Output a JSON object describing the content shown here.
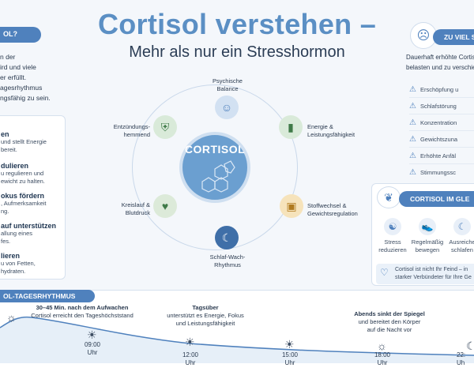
{
  "header": {
    "title": "Cortisol verstehen –",
    "subtitle": "Mehr als nur ein Stresshormon"
  },
  "left": {
    "pill": "OL?",
    "intro_lines": [
      "n der",
      "ird und viele",
      "er erfüllt.",
      "agesrhythmus",
      "ngsfähig zu sein."
    ],
    "functions": [
      {
        "head": "en",
        "lines": [
          "und stellt Energie",
          "bereit."
        ]
      },
      {
        "head": "dulieren",
        "lines": [
          "u regulieren und",
          "ewicht zu halten."
        ]
      },
      {
        "head": "okus fördern",
        "lines": [
          ", Aufmerksamkeit",
          "ng."
        ]
      },
      {
        "head": "auf unterstützen",
        "lines": [
          "allung eines",
          "fes."
        ]
      },
      {
        "head": "lieren",
        "lines": [
          "u von Fetten,",
          "hydraten."
        ]
      }
    ]
  },
  "diagram": {
    "center": "CORTISOL",
    "nodes": {
      "top": [
        "Psychische",
        "Balance"
      ],
      "top_right": [
        "Energie &",
        "Leistungsfähigkeit"
      ],
      "right": [
        "Stoffwechsel &",
        "Gewichtsregulation"
      ],
      "bottom": [
        "Schlaf-Wach-",
        "Rhythmus"
      ],
      "left": [
        "Kreislauf &",
        "Blutdruck"
      ],
      "top_left": [
        "Entzündungs-",
        "hemmend"
      ]
    },
    "colors": {
      "top": "#7fa9d4",
      "top_right": "#9ec7a3",
      "right": "#f2cf8a",
      "bottom": "#3f6fa8",
      "left": "#bcd7b8",
      "top_left": "#9ec7a3"
    }
  },
  "right": {
    "pill": "ZU VIEL STRE",
    "intro_lines": [
      "Dauerhaft erhöhte Cortis",
      "belasten und zu verschie"
    ],
    "warnings": [
      "Erschöpfung u",
      "Schlafstörung",
      "Konzentration",
      "Gewichtszuna",
      "Erhöhte Anfäl",
      "Stimmungssc"
    ],
    "balance": {
      "pill": "CORTISOL IM GLE",
      "tips": [
        {
          "icon": "meditation-icon",
          "label": [
            "Stress",
            "reduzieren"
          ]
        },
        {
          "icon": "shoe-icon",
          "label": [
            "Regelmäßig",
            "bewegen"
          ]
        },
        {
          "icon": "moon-icon",
          "label": [
            "Ausreiche",
            "schlafen"
          ]
        }
      ],
      "note": [
        "Cortisol ist nicht Ihr Feind – in",
        "starker Verbündeter für Ihre Ge"
      ]
    }
  },
  "timeline": {
    "pill": "OL-TAGESRHYTHMUS",
    "annotations": [
      {
        "head": "30–45 Min. nach dem Aufwachen",
        "text": "Cortisol erreicht den Tageshöchststand"
      },
      {
        "head": "Tagsüber",
        "text": [
          "unterstützt es Energie, Fokus",
          "und Leistungsfähigkeit"
        ]
      },
      {
        "head": "Abends sinkt der Spiegel",
        "text": [
          "und bereitet den Körper",
          "auf die Nacht vor"
        ]
      }
    ],
    "times": [
      {
        "time": "09:00",
        "unit": "Uhr"
      },
      {
        "time": "12:00",
        "unit": "Uhr"
      },
      {
        "time": "15:00",
        "unit": "Uhr"
      },
      {
        "time": "18:00",
        "unit": "Uhr"
      },
      {
        "time": "22:",
        "unit": "Uh"
      }
    ]
  }
}
